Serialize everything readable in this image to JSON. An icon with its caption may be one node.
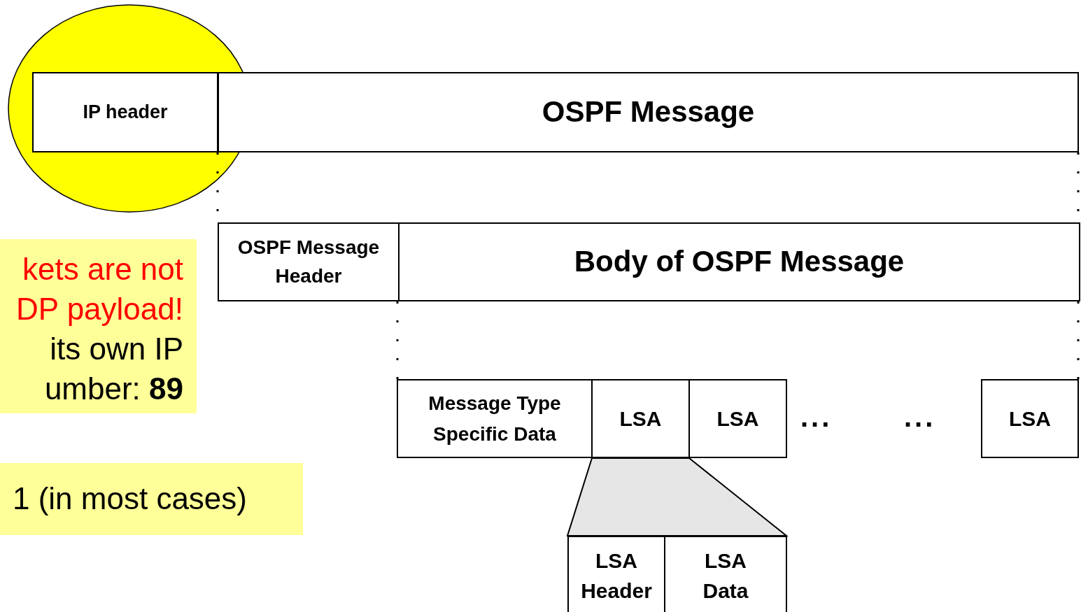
{
  "diagram": {
    "nodes": [
      {
        "text": [
          "IP header"
        ]
      },
      {
        "text": [
          "OSPF Message"
        ]
      },
      {
        "text": [
          "OSPF Message Header"
        ]
      },
      {
        "text": [
          "Body of OSPF Message"
        ]
      },
      {
        "text": [
          "Message Type Specific Data"
        ]
      },
      {
        "text": [
          "LSA"
        ]
      },
      {
        "text": [
          "LSA"
        ]
      },
      {
        "text": [
          "LSA"
        ]
      },
      {
        "text": [],
        "shape": "trapezoid"
      },
      {
        "text": [
          "LSA Header"
        ]
      },
      {
        "text": [
          "LSA Data"
        ]
      }
    ],
    "edges": [
      {
        "from": 0,
        "to": 2,
        "arrow": "none",
        "style": "dashed"
      },
      {
        "from": 1,
        "to": 3,
        "arrow": "none",
        "style": "dashed"
      },
      {
        "from": 2,
        "to": 4,
        "arrow": "none",
        "style": "dashed"
      },
      {
        "from": 3,
        "to": 7,
        "arrow": "none",
        "style": "dashed"
      }
    ],
    "labels": [
      "...",
      "...",
      "kets are not DP payload!",
      "its own IP umber: **89**",
      "1 (in most cases)"
    ]
  }
}
